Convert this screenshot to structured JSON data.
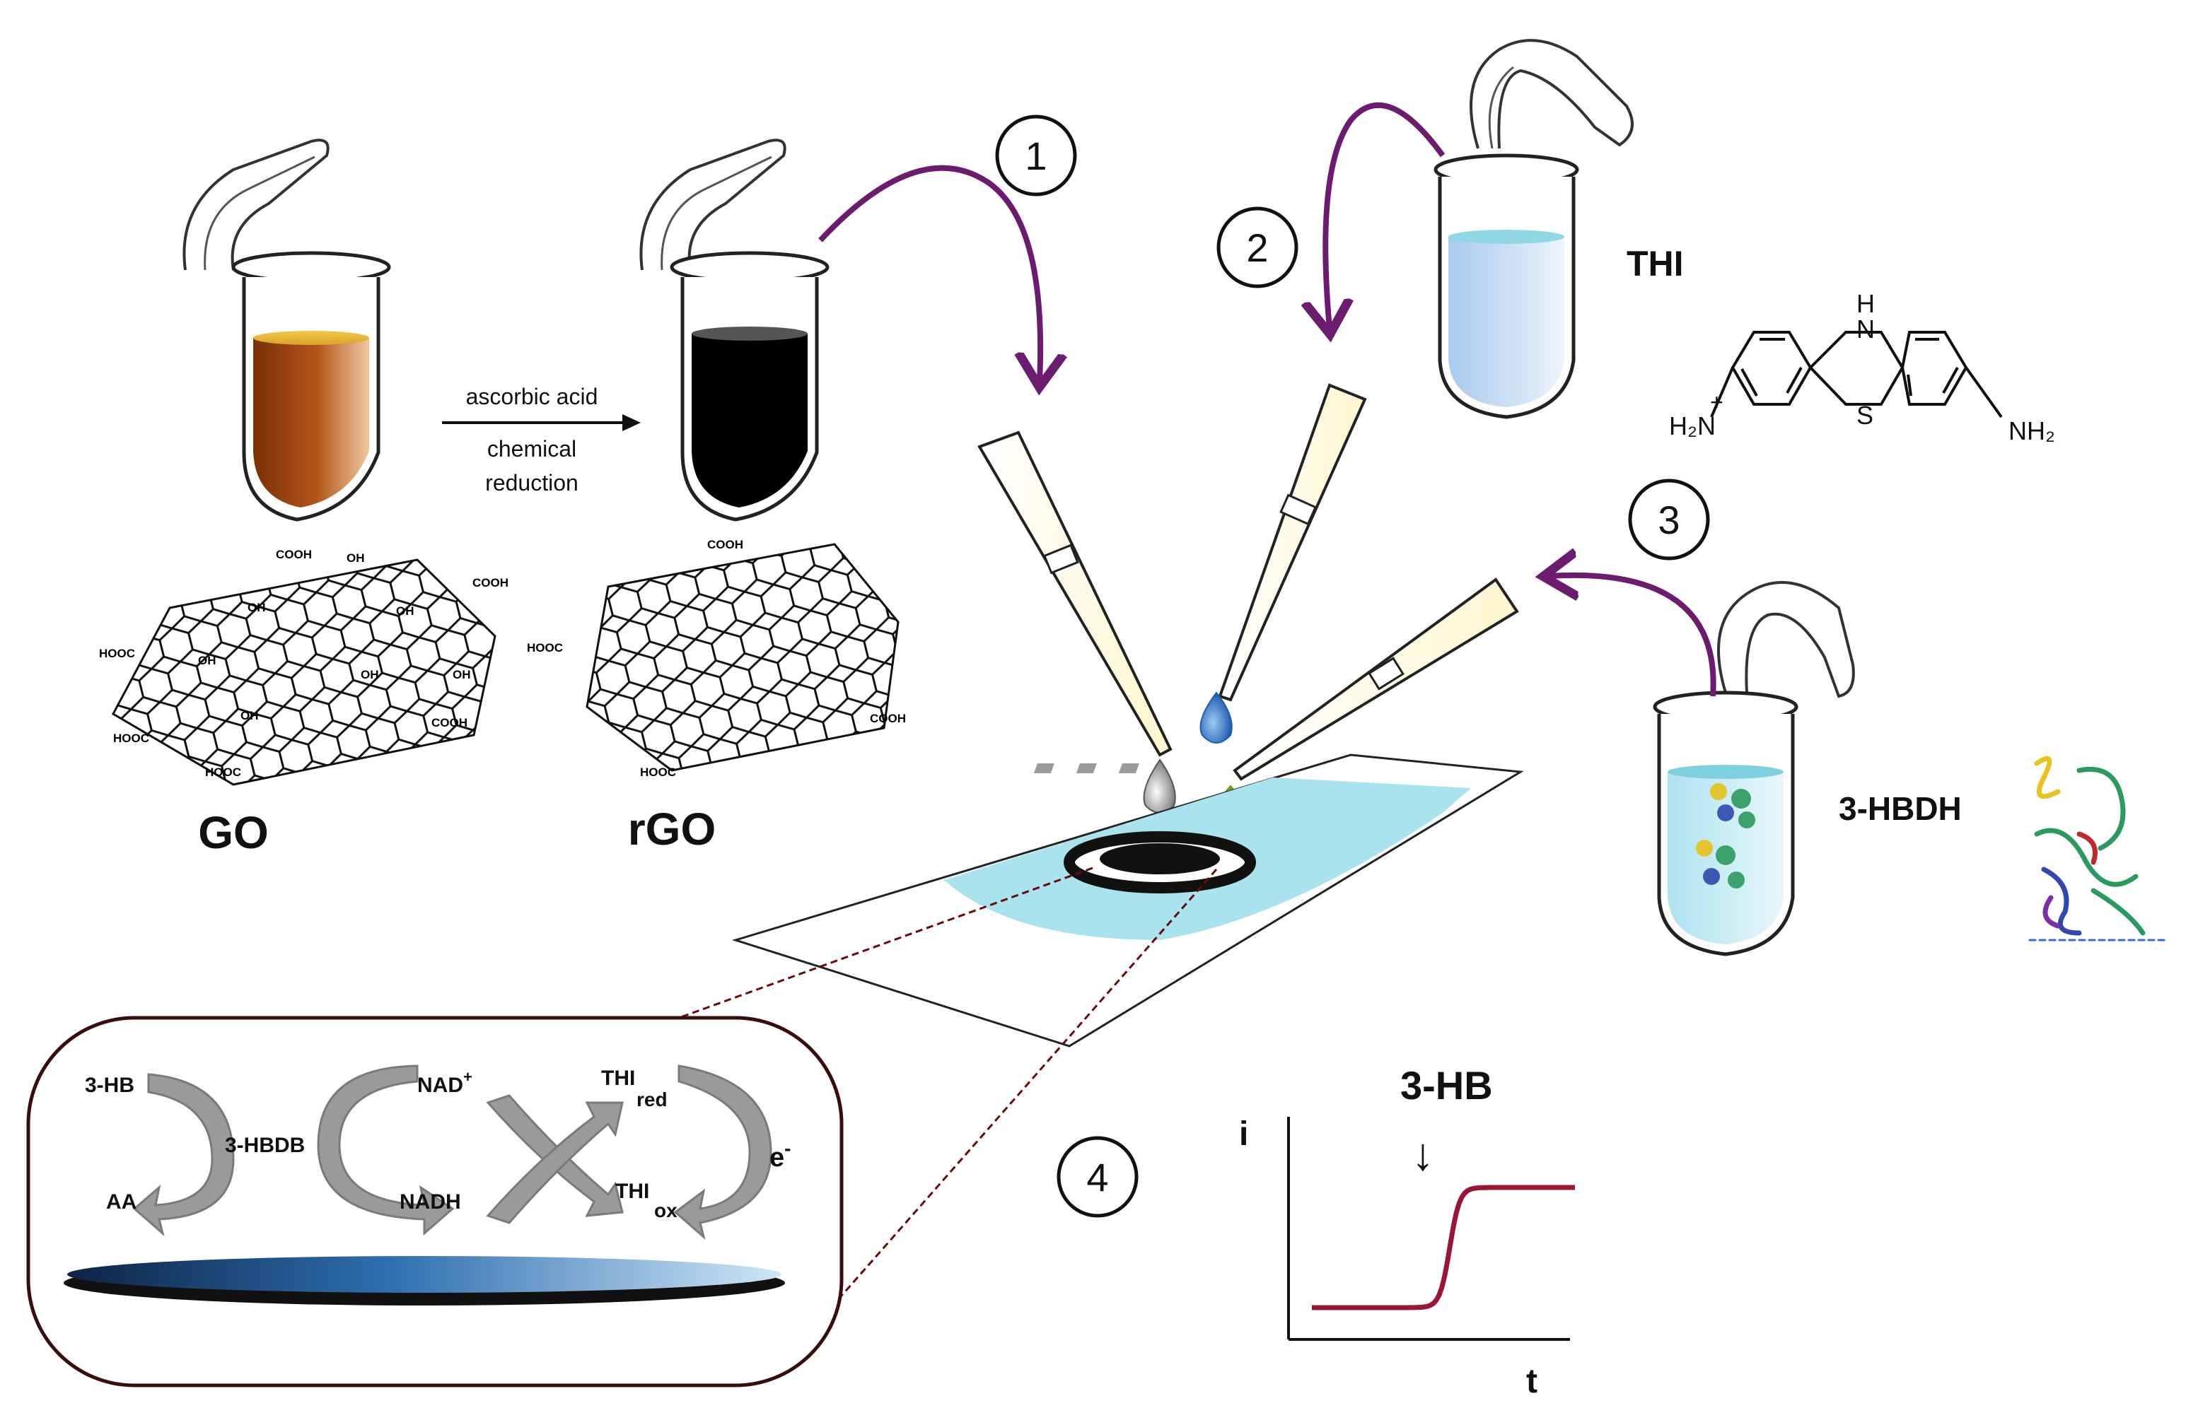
{
  "labels": {
    "go": "GO",
    "rgo": "rGO",
    "thi": "THI",
    "hbdh": "3-HBDH",
    "arrow_top": "ascorbic acid",
    "arrow_bottom_1": "chemical",
    "arrow_bottom_2": "reduction"
  },
  "steps": [
    "1",
    "2",
    "3",
    "4"
  ],
  "go_groups": {
    "cooh_top": "COOH",
    "cooh_right": "COOH",
    "cooh_right2": "COOH",
    "hooc_left": "HOOC",
    "hooc_left2": "HOOC",
    "hooc_bottom": "HOOC",
    "oh": "OH"
  },
  "rgo_groups": {
    "cooh_top": "COOH",
    "hooc_left": "HOOC",
    "cooh_right": "COOH",
    "hooc_bottom": "HOOC"
  },
  "thionine": {
    "h_top": "H",
    "n_top": "N",
    "s": "S",
    "left_group": "H₂N",
    "left_plus": "+",
    "right_group": "NH₂"
  },
  "scheme": {
    "hb": "3-HB",
    "aa": "AA",
    "enzyme": "3-HBDB",
    "nad": "NAD",
    "nad_plus": "+",
    "nadh": "NADH",
    "thi_red": "THI",
    "red_sub": "red",
    "thi_ox": "THI",
    "ox_sub": "ox",
    "electron": "e",
    "electron_sup": "-"
  },
  "graph": {
    "y_label": "i",
    "x_label": "t",
    "annotation": "3-HB",
    "arrow": "↓"
  },
  "colors": {
    "go_liquid": "#a34a0e",
    "rgo_liquid": "#000000",
    "thi_liquid": "#c3dcf3",
    "arrow_purple": "#6b1c6e",
    "electrode_cyan": "#a9e4ee",
    "curve": "#9b1535",
    "scheme_arrow": "#9a9a9a"
  }
}
